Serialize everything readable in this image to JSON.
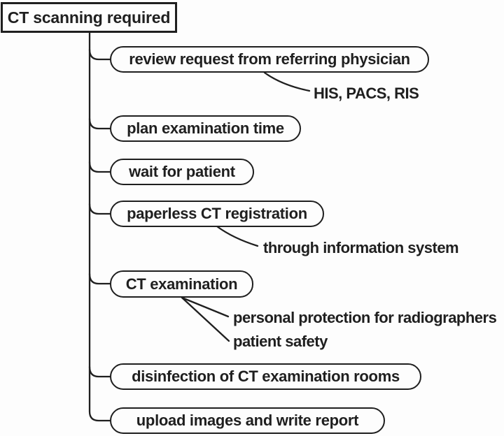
{
  "figure": {
    "type": "flowchart",
    "root_label": "CT scanning required",
    "branches": [
      {
        "label": "review request from referring physician",
        "children": [
          "HIS, PACS, RIS"
        ]
      },
      {
        "label": "plan examination time",
        "children": []
      },
      {
        "label": "wait for patient",
        "children": []
      },
      {
        "label": "paperless CT registration",
        "children": [
          "through information system"
        ]
      },
      {
        "label": "CT examination",
        "children": [
          "personal protection for radiographers",
          "patient safety"
        ]
      },
      {
        "label": "disinfection of CT examination rooms",
        "children": []
      },
      {
        "label": "upload images and write report",
        "children": []
      }
    ],
    "colors": {
      "ink": "#1f1f1f",
      "background": "#fdfdfd"
    }
  }
}
